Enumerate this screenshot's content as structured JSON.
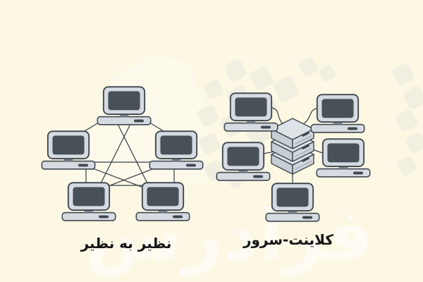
{
  "watermark": {
    "text": "فرادرس"
  },
  "diagrams": {
    "p2p": {
      "label": "نظیر به نظیر",
      "topology": "full-mesh",
      "computer_count": 5,
      "connection_count": 10
    },
    "client_server": {
      "label": "کلاینت-سرور",
      "topology": "star",
      "computer_count": 5,
      "server_count": 1,
      "connection_count": 5
    }
  },
  "colors": {
    "bg": "#fcf8e4",
    "tile": "#f1efdf",
    "outline": "#3f474f",
    "screen": "#485058",
    "bezel": "#d6dbe1",
    "neck": "#7b838b",
    "line": "#3a424a",
    "server_top": "#dee3e8",
    "server_left": "#c7ced5",
    "server_right": "#d0d6dc",
    "label": "#141414",
    "watermark_text": "#ffffff"
  }
}
